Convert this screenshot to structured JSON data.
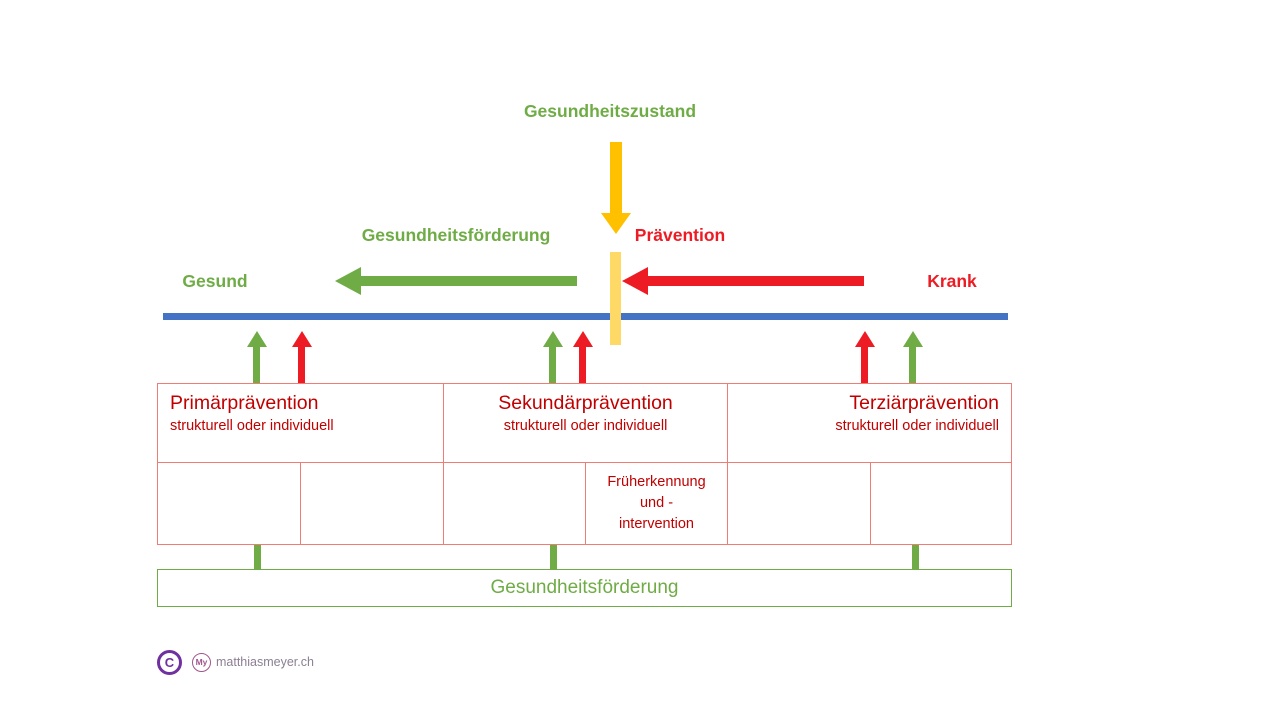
{
  "diagram": {
    "title": "Gesundheitszustand",
    "promotion_label": "Gesundheitsförderung",
    "prevention_label": "Prävention",
    "healthy_label": "Gesund",
    "sick_label": "Krank"
  },
  "table": {
    "columns": [
      {
        "title": "Primärprävention",
        "subtitle": "strukturell oder individuell"
      },
      {
        "title": "Sekundärprävention",
        "subtitle": "strukturell oder individuell"
      },
      {
        "title": "Terziärprävention",
        "subtitle": "strukturell oder individuell"
      }
    ],
    "row2_cells": [
      "",
      "",
      "",
      "Früherkennung\nund -\nintervention",
      "",
      ""
    ]
  },
  "bottom_box": {
    "label": "Gesundheitsförderung"
  },
  "footer": {
    "copyright_symbol": "C",
    "logo_monogram": "My",
    "website": "matthiasmeyer.ch"
  },
  "colors": {
    "green": "#6FAC46",
    "red": "#ED1C24",
    "table_text_red": "#C00000",
    "table_border_red": "#ED7D75",
    "axis_blue": "#4472C4",
    "arrow_yellow": "#FFC000",
    "marker_yellow": "#FFD966",
    "copyright_purple": "#7030A0",
    "logo_mauve": "#A0568C"
  }
}
